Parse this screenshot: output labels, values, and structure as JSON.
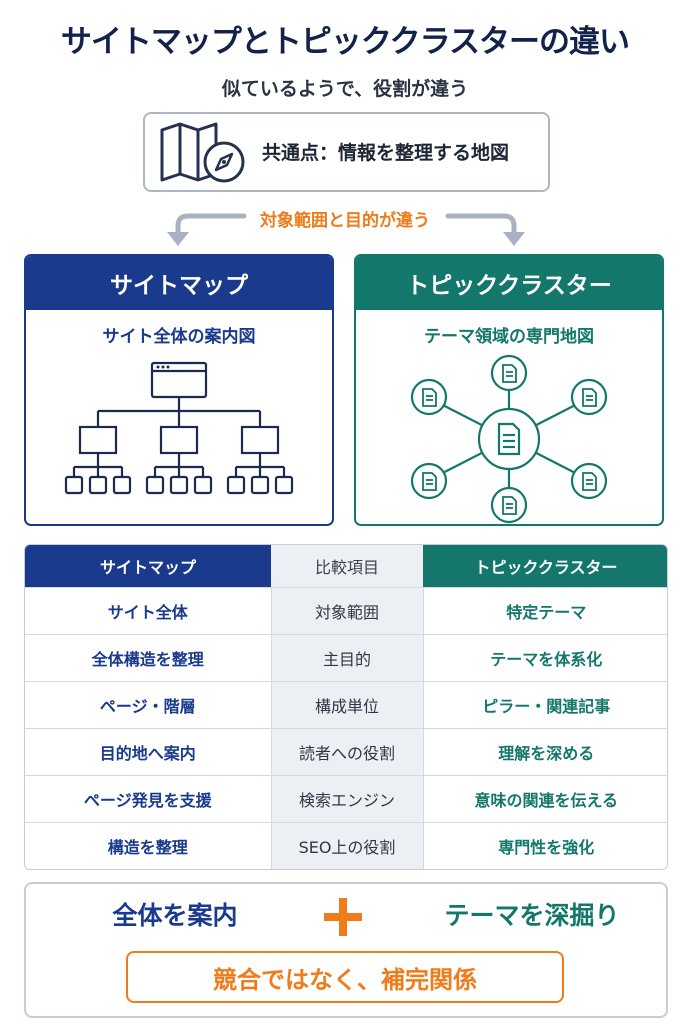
{
  "header": {
    "title": "サイトマップとトピッククラスターの違い",
    "subtitle": "似ているようで、役割が違う"
  },
  "common": {
    "label": "共通点：情報を整理する地図",
    "icon": "map-compass-icon"
  },
  "difference": {
    "label": "対象範囲と目的が違う"
  },
  "sitemap_card": {
    "title": "サイトマップ",
    "subtitle": "サイト全体の案内図",
    "icon": "site-tree-icon"
  },
  "cluster_card": {
    "title": "トピッククラスター",
    "subtitle": "テーマ領域の専門地図",
    "icon": "hub-spoke-icon"
  },
  "table": {
    "headers": [
      "サイトマップ",
      "比較項目",
      "トピッククラスター"
    ],
    "rows": [
      [
        "サイト全体",
        "対象範囲",
        "特定テーマ"
      ],
      [
        "全体構造を整理",
        "主目的",
        "テーマを体系化"
      ],
      [
        "ページ・階層",
        "構成単位",
        "ピラー・関連記事"
      ],
      [
        "目的地へ案内",
        "読者への役割",
        "理解を深める"
      ],
      [
        "ページ発見を支援",
        "検索エンジン",
        "意味の関連を伝える"
      ],
      [
        "構造を整理",
        "SEO上の役割",
        "専門性を強化"
      ]
    ]
  },
  "conclusion": {
    "left": "全体を案内",
    "plus": "+",
    "right": "テーマを深掘り",
    "summary": "競合ではなく、補完関係"
  },
  "colors": {
    "navy": "#1a3a8d",
    "teal": "#13776b",
    "orange": "#f07b1a"
  }
}
